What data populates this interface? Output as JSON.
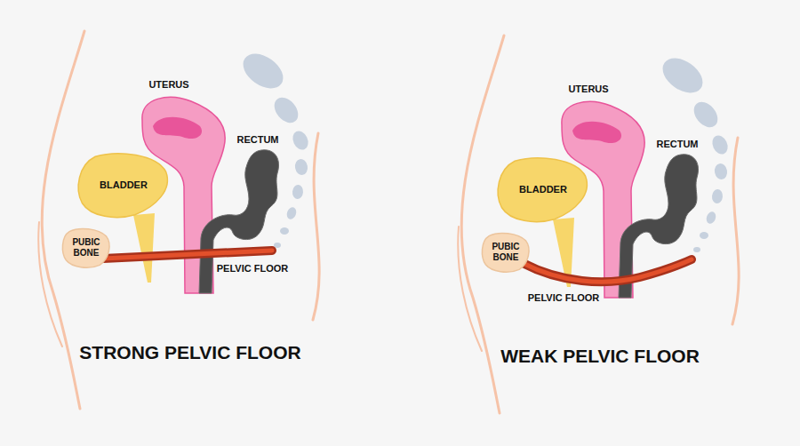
{
  "diagram": {
    "nodes": [
      {
        "text": [
          "BLADDER"
        ]
      },
      {
        "text": [
          "PUBIC BONE"
        ]
      },
      {
        "text": [
          "BLADDER"
        ]
      },
      {
        "text": [
          "PUBIC BONE"
        ]
      }
    ],
    "labels": [
      "UTERUS",
      "RECTUM",
      "PELVIC FLOOR",
      "STRONG PELVIC FLOOR",
      "UTERUS",
      "RECTUM",
      "PELVIC FLOOR",
      "WEAK PELVIC FLOOR"
    ]
  }
}
